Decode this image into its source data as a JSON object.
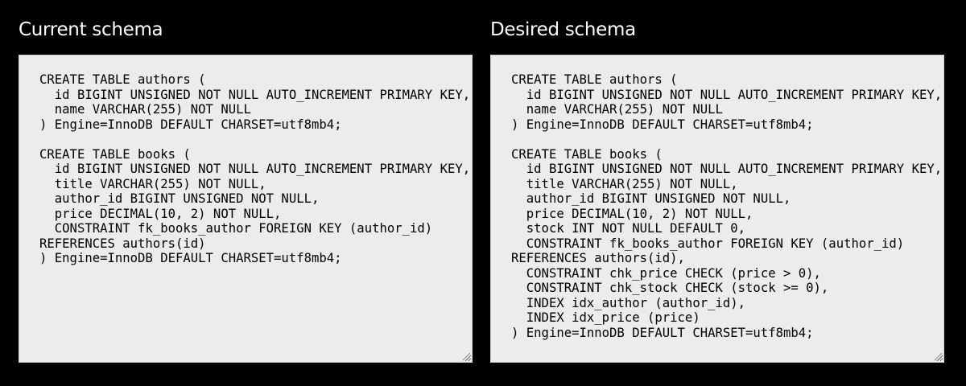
{
  "left_panel": {
    "title": "Current schema",
    "schema_text": "CREATE TABLE authors (\n  id BIGINT UNSIGNED NOT NULL AUTO_INCREMENT PRIMARY KEY,\n  name VARCHAR(255) NOT NULL\n) Engine=InnoDB DEFAULT CHARSET=utf8mb4;\n\nCREATE TABLE books (\n  id BIGINT UNSIGNED NOT NULL AUTO_INCREMENT PRIMARY KEY,\n  title VARCHAR(255) NOT NULL,\n  author_id BIGINT UNSIGNED NOT NULL,\n  price DECIMAL(10, 2) NOT NULL,\n  CONSTRAINT fk_books_author FOREIGN KEY (author_id) REFERENCES authors(id)\n) Engine=InnoDB DEFAULT CHARSET=utf8mb4;"
  },
  "right_panel": {
    "title": "Desired schema",
    "schema_text": "CREATE TABLE authors (\n  id BIGINT UNSIGNED NOT NULL AUTO_INCREMENT PRIMARY KEY,\n  name VARCHAR(255) NOT NULL\n) Engine=InnoDB DEFAULT CHARSET=utf8mb4;\n\nCREATE TABLE books (\n  id BIGINT UNSIGNED NOT NULL AUTO_INCREMENT PRIMARY KEY,\n  title VARCHAR(255) NOT NULL,\n  author_id BIGINT UNSIGNED NOT NULL,\n  price DECIMAL(10, 2) NOT NULL,\n  stock INT NOT NULL DEFAULT 0,\n  CONSTRAINT fk_books_author FOREIGN KEY (author_id) REFERENCES authors(id),\n  CONSTRAINT chk_price CHECK (price > 0),\n  CONSTRAINT chk_stock CHECK (stock >= 0),\n  INDEX idx_author (author_id),\n  INDEX idx_price (price)\n) Engine=InnoDB DEFAULT CHARSET=utf8mb4;"
  },
  "colors": {
    "background": "#000000",
    "editor_background": "#ececec",
    "title_text": "#ffffff",
    "code_text": "#000000"
  },
  "icons": {
    "resize_grip": "resize-grip-icon"
  }
}
